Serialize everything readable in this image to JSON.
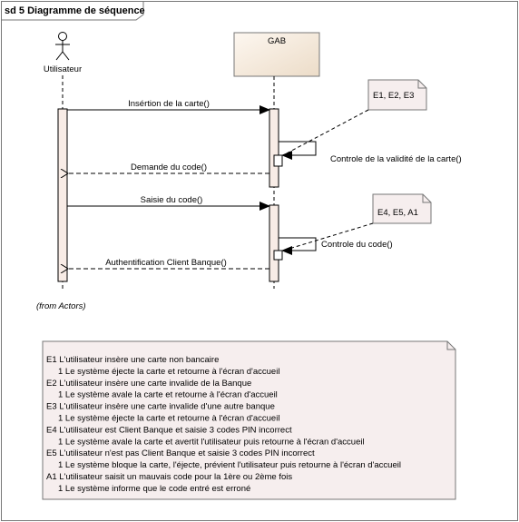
{
  "frame": {
    "title": "sd 5 Diagramme de séquence"
  },
  "actor": {
    "name": "Utilisateur",
    "from_label": "(from Actors)"
  },
  "object": {
    "name": "GAB"
  },
  "messages": [
    {
      "label": "Insértion de la carte()",
      "kind": "call"
    },
    {
      "label": "Controle de la validité de la carte()",
      "kind": "self"
    },
    {
      "label": "Demande du code()",
      "kind": "return"
    },
    {
      "label": "Saisie du code()",
      "kind": "call"
    },
    {
      "label": "Controle du code()",
      "kind": "self"
    },
    {
      "label": "Authentification Client Banque()",
      "kind": "return"
    }
  ],
  "notes": {
    "n1": "E1, E2, E3",
    "n2": "E4, E5, A1"
  },
  "scenarios": [
    "E1 L'utilisateur insère une carte non bancaire",
    "     1 Le système éjecte la carte et retourne à l'écran d'accueil",
    "E2 L'utilisateur insère une carte invalide de la Banque",
    "     1 Le système avale la carte et retourne à l'écran d'accueil",
    "E3 L'utilisateur insère une carte invalide d'une autre banque",
    "     1 Le système éjecte la carte et retourne à l'écran d'accueil",
    "E4 L'utilisateur est Client Banque et saisie 3 codes PIN incorrect",
    "     1 Le système avale la carte et avertit l'utilisateur puis retourne à l'écran d'accueil",
    "E5 L'utilisateur n'est pas Client Banque et saisie 3 codes PIN incorrect",
    "     1 Le système bloque la carte, l'éjecte, prévient l'utilisateur puis retourne à l'écran d'accueil",
    "A1 L'utilisateur saisit un mauvais code pour la 1ère ou 2ème fois",
    "     1 Le système informe que le code entré est erroné"
  ],
  "colors": {
    "frame": "#777777",
    "activation": "#f8ece6",
    "object_fill": "#f5e9dc",
    "note_fill": "#f6eeee"
  }
}
